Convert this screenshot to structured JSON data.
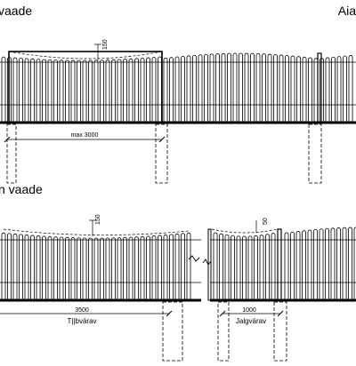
{
  "titles": {
    "top_view": "vaade",
    "top_right": "Aia",
    "bottom_view": "n vaade"
  },
  "top_fence": {
    "height_label": "150",
    "span_label": "max 3000"
  },
  "bottom_fence": {
    "gate_height_label": "150",
    "small_gate_height_label": "50",
    "big_gate_width": "3500",
    "big_gate_name": "T||bvärav",
    "small_gate_width": "1000",
    "small_gate_name": "Jalgvärav"
  }
}
